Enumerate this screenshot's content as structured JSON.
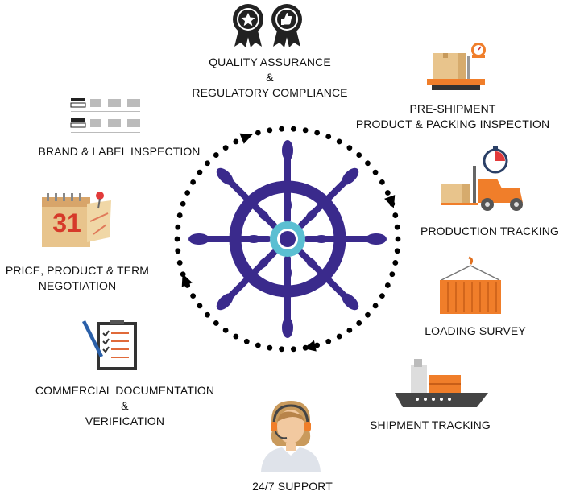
{
  "services": {
    "quality": {
      "lines": [
        "QUALITY ASSURANCE",
        "&",
        "REGULATORY COMPLIANCE"
      ],
      "icon": "award-ribbons-icon"
    },
    "preshipment": {
      "lines": [
        "PRE-SHIPMENT",
        "PRODUCT & PACKING INSPECTION"
      ],
      "icon": "weighing-scale-icon"
    },
    "brand": {
      "lines": [
        "BRAND & LABEL INSPECTION"
      ],
      "icon": "label-sheet-icon"
    },
    "production": {
      "lines": [
        "PRODUCTION TRACKING"
      ],
      "icon": "forklift-stopwatch-icon"
    },
    "price": {
      "lines": [
        "PRICE, PRODUCT & TERM",
        "NEGOTIATION"
      ],
      "icon": "calendar-icon",
      "calendar_day": "31"
    },
    "loading": {
      "lines": [
        "LOADING SURVEY"
      ],
      "icon": "container-crane-icon"
    },
    "commercial": {
      "lines": [
        "COMMERCIAL DOCUMENTATION",
        "&",
        "VERIFICATION"
      ],
      "icon": "clipboard-checklist-icon"
    },
    "shipment": {
      "lines": [
        "SHIPMENT TRACKING"
      ],
      "icon": "cargo-ship-icon"
    },
    "support": {
      "lines": [
        "24/7 SUPPORT"
      ],
      "icon": "support-agent-icon"
    }
  },
  "colors": {
    "wheel": "#3a2a8c",
    "hub": "#5bbfd2",
    "orange": "#f07e2a",
    "box": "#e8c48c",
    "dots": "#000000"
  }
}
